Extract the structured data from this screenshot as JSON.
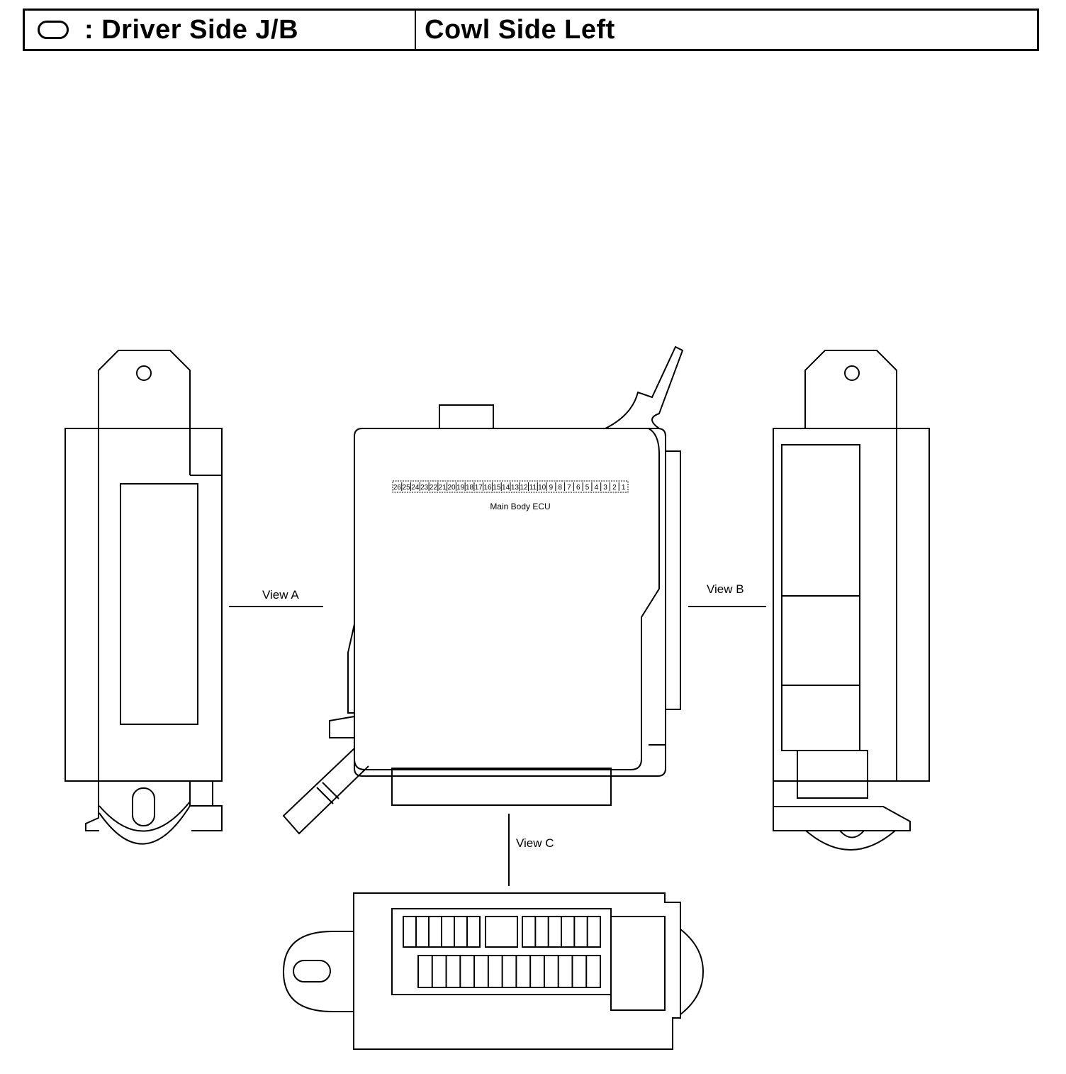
{
  "header": {
    "legend_symbol": "connector-symbol",
    "jb_label": ": Driver Side J/B",
    "location": "Cowl Side Left"
  },
  "diagram": {
    "component_label": "Main Body ECU",
    "view_a": "View A",
    "view_b": "View B",
    "view_c": "View C",
    "pins": [
      "26",
      "25",
      "24",
      "23",
      "22",
      "21",
      "20",
      "19",
      "18",
      "17",
      "16",
      "15",
      "14",
      "13",
      "12",
      "11",
      "10",
      "9",
      "8",
      "7",
      "6",
      "5",
      "4",
      "3",
      "2",
      "1"
    ]
  }
}
